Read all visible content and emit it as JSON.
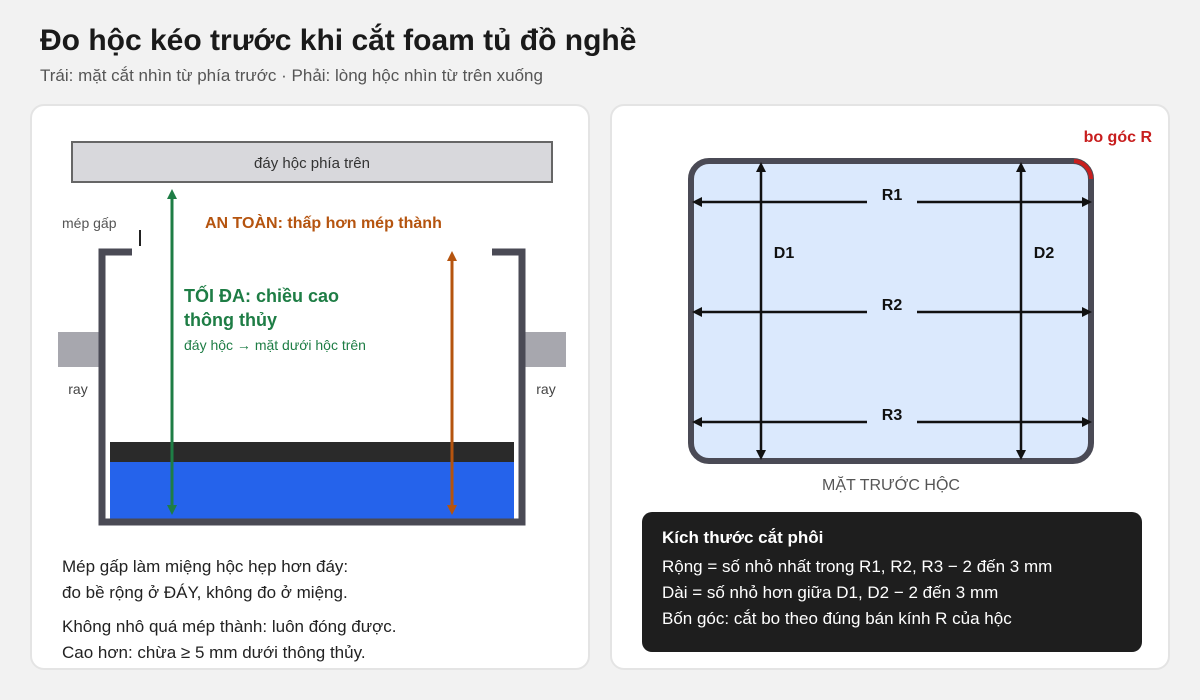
{
  "title": "Đo hộc kéo trước khi cắt foam tủ đồ nghề",
  "subtitle": "Trái: mặt cắt nhìn từ phía trước · Phải: lòng hộc nhìn từ trên xuống",
  "left": {
    "top_drawer_label": "đáy hộc phía trên",
    "fold_label": "mép gấp",
    "safe_label": "AN TOÀN: thấp hơn mép thành",
    "max_label_line1": "TỐI ĐA: chiều cao",
    "max_label_line2": "thông thủy",
    "max_sub": "đáy hộc → mặt dưới hộc trên",
    "rail_left": "ray",
    "rail_right": "ray",
    "notes": [
      "Mép gấp làm miệng hộc hẹp hơn đáy:",
      "đo bề rộng ở ĐÁY, không đo ở miệng.",
      "Không nhô quá mép thành: luôn đóng được.",
      "Cao hơn: chừa ≥ 5 mm dưới thông thủy."
    ]
  },
  "right": {
    "corner_label": "bo góc R",
    "r1": "R1",
    "r2": "R2",
    "r3": "R3",
    "d1": "D1",
    "d2": "D2",
    "front_label": "MẶT TRƯỚC HỘC",
    "summary_title": "Kích thước cắt phôi",
    "summary_lines": [
      "Rộng = số nhỏ nhất trong R1, R2, R3 − 2 đến 3 mm",
      "Dài = số nhỏ hơn giữa D1, D2 − 2 đến 3 mm",
      "Bốn góc: cắt bo theo đúng bán kính R của hộc"
    ]
  },
  "colors": {
    "green": "#1e7d45",
    "orange": "#b5540f",
    "foam_blue": "#2563eb",
    "foam_top": "#2a2a2a",
    "drawer_wall": "#4a4a55",
    "rail": "#a7a7ae",
    "inner_fill": "#dbe9fd",
    "corner_red": "#c81e1e"
  }
}
